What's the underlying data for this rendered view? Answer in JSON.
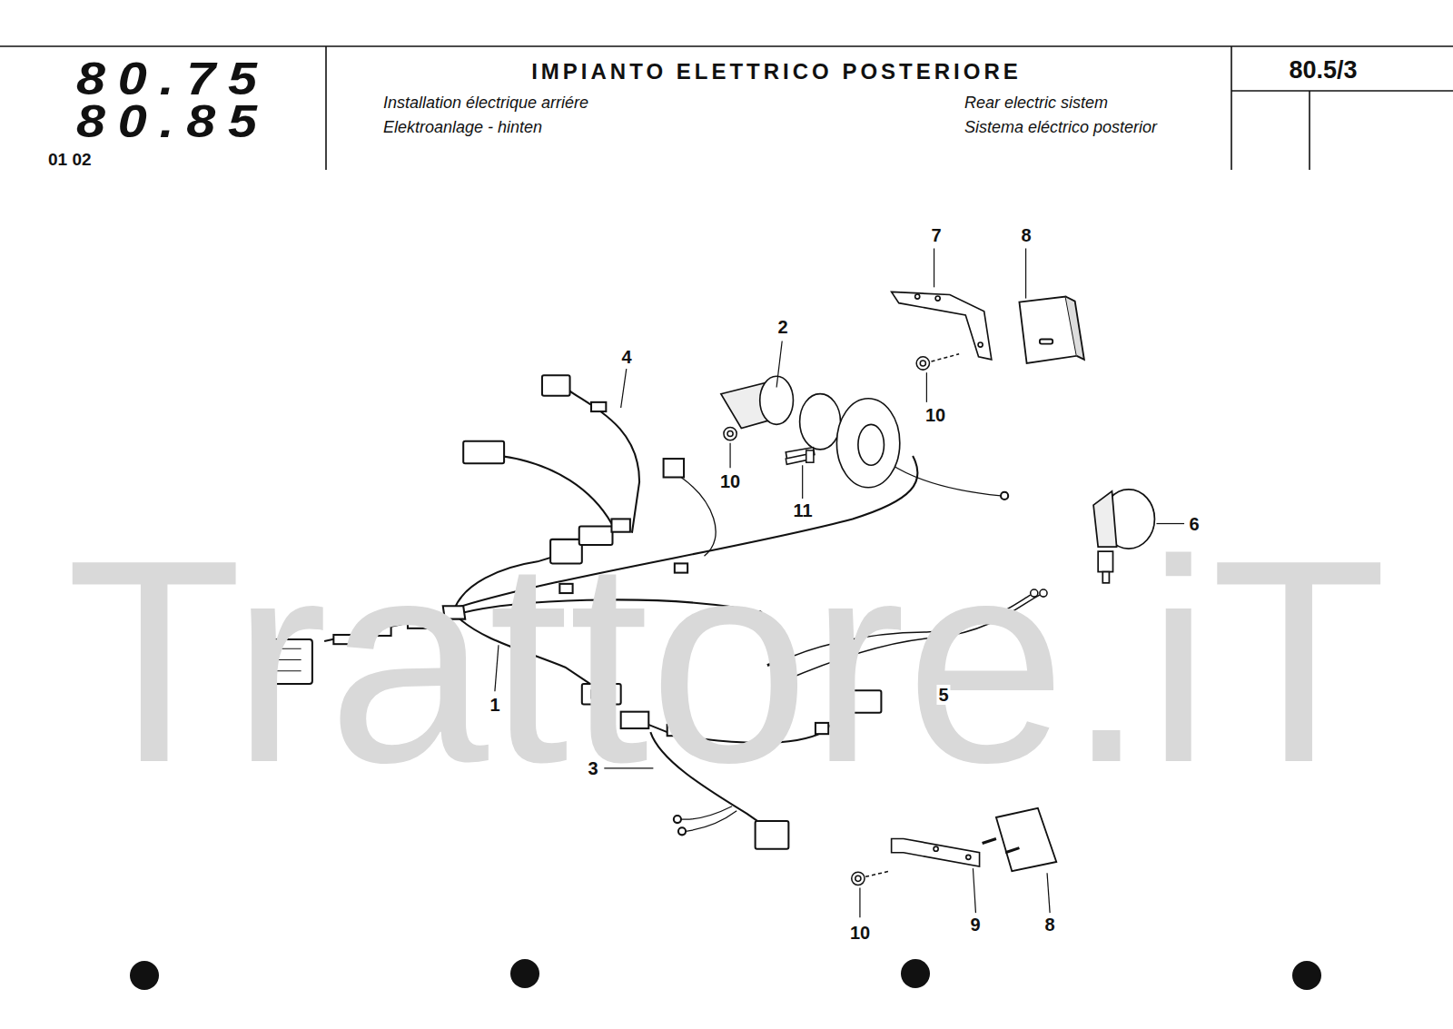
{
  "diagram": {
    "title": "IMPIANTO ELETTRICO POSTERIORE",
    "labels": [
      "Installation électrique arriére",
      "Elektroanlage - hinten",
      "Rear electric sistem",
      "Sistema eléctrico posterior",
      "80.5/3",
      "80.75",
      "80.85",
      "01 02",
      "7",
      "8",
      "2",
      "4",
      "10",
      "10",
      "11",
      "6",
      "1",
      "5",
      "3",
      "10",
      "9",
      "8",
      "Trattore.iT"
    ]
  }
}
